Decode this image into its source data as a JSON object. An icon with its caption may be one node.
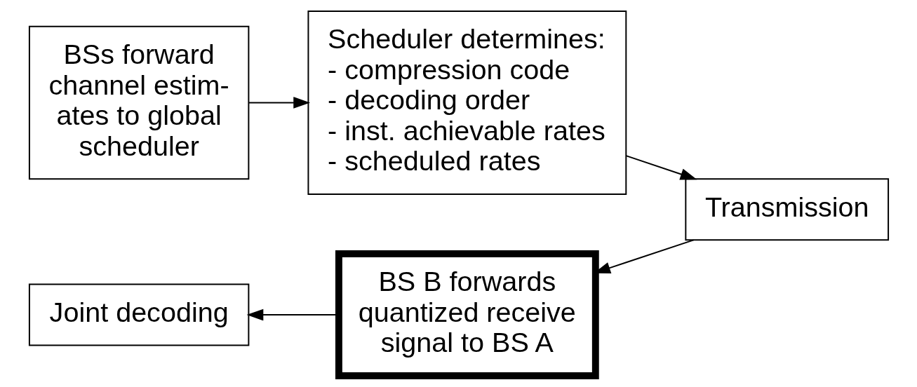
{
  "diagram": {
    "nodes": [
      {
        "text": [
          "BSs forward channel estim- ates to global scheduler"
        ]
      },
      {
        "text": [
          "Scheduler determines:",
          "- compression code",
          "- decoding order",
          "- inst. achievable rates",
          "- scheduled rates"
        ]
      },
      {
        "text": [
          "Transmission"
        ]
      },
      {
        "text": [
          "BS B forwards quantized receive signal to BS A"
        ]
      },
      {
        "text": [
          "Joint decoding"
        ]
      }
    ],
    "edges": [
      {
        "from": 0,
        "to": 1,
        "arrow": "to"
      },
      {
        "from": 1,
        "to": 2,
        "arrow": "to"
      },
      {
        "from": 2,
        "to": 3,
        "arrow": "to"
      },
      {
        "from": 3,
        "to": 4,
        "arrow": "to"
      }
    ]
  }
}
